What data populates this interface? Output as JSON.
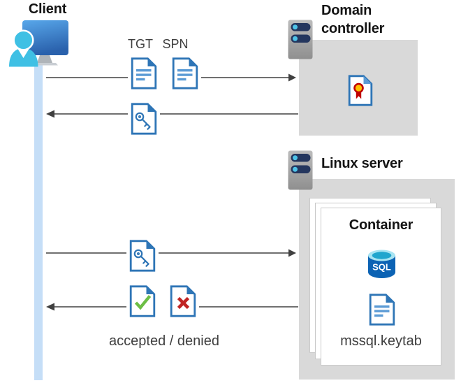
{
  "client": {
    "label": "Client"
  },
  "domain_controller": {
    "line1": "Domain",
    "line2": "controller"
  },
  "linux_server": {
    "label": "Linux server"
  },
  "container": {
    "label": "Container",
    "sql_badge": "SQL",
    "keytab_file": "mssql.keytab"
  },
  "messages": {
    "tgt": "TGT",
    "spn": "SPN",
    "result": "accepted / denied"
  },
  "icons": {
    "client": "person-at-monitor-icon",
    "domain_controller": "server-icon",
    "linux_server": "server-icon",
    "tgt": "document-icon",
    "spn": "document-icon",
    "service_ticket": "key-document-icon",
    "certificate": "certificate-document-icon",
    "accepted": "check-document-icon",
    "denied": "x-document-icon",
    "sql": "sql-database-icon",
    "keytab": "document-icon"
  },
  "colors": {
    "doc_blue": "#2E75B6",
    "doc_line_blue": "#5B9BD5",
    "accept_green": "#6CBE45",
    "deny_red": "#C02423",
    "cert_gold": "#FFC000",
    "cert_ribbon_red": "#C00000",
    "person_cyan": "#3FC0E4",
    "monitor_blue": "#3578C4",
    "server_navy": "#24365E",
    "server_dot_cyan": "#4EC3E8",
    "sql_blue": "#0C63B4",
    "box_gray": "#D9D9D9",
    "arrow_gray": "#404040",
    "lifeline_blue": "#C5DEF7"
  }
}
